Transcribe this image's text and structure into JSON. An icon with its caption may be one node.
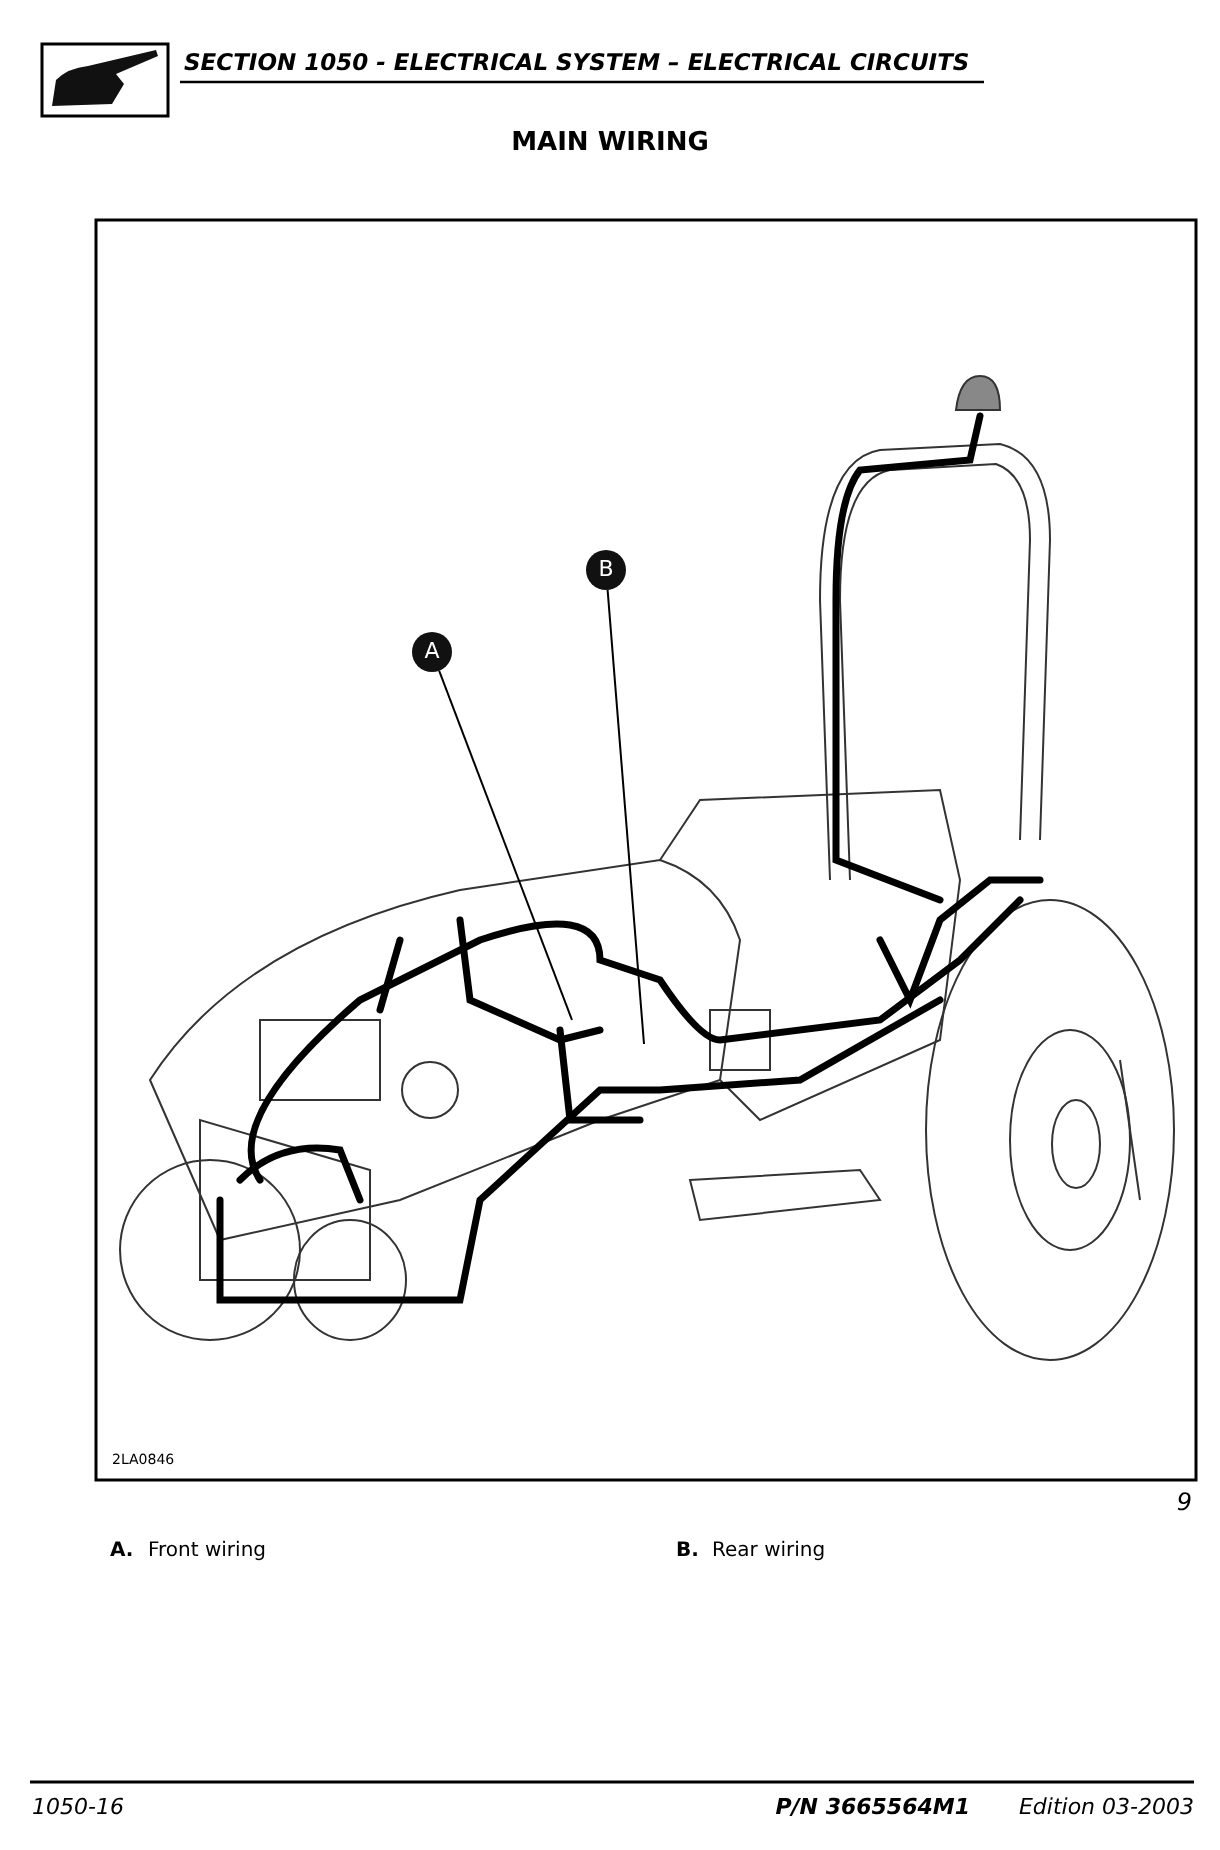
{
  "diagram": {
    "title": "MAIN WIRING",
    "nodes": [
      {
        "text": [
          "A"
        ]
      },
      {
        "text": [
          "B"
        ]
      }
    ],
    "edges": [
      {
        "from": 0,
        "to": null,
        "arrow": "none"
      },
      {
        "from": 1,
        "to": null,
        "arrow": "none"
      }
    ],
    "labels": [
      "SECTION 1050 - ELECTRICAL SYSTEM – ELECTRICAL CIRCUITS",
      "2LA0846",
      "9",
      "A.",
      "Front wiring",
      "B.",
      "Rear wiring",
      "1050-16",
      "P/N 3665564M1",
      "Edition 03-2003"
    ]
  }
}
